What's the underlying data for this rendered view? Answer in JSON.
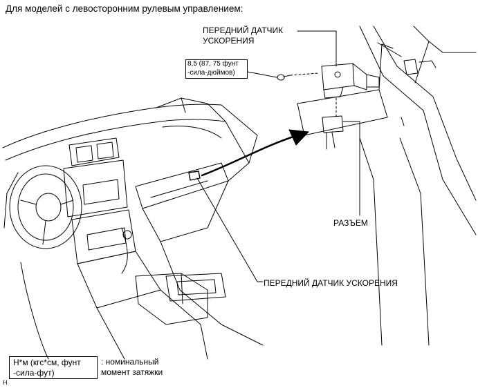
{
  "title": "Для моделей с левосторонним рулевым управлением:",
  "labels": {
    "front_sensor_top": "ПЕРЕДНИЙ ДАТЧИК УСКОРЕНИЯ",
    "torque_spec": "8,5 (87, 75 фунт -сила-дюймов)",
    "connector": "РАЗЪЕМ",
    "front_sensor_bottom": "ПЕРЕДНИЙ ДАТЧИК УСКОРЕНИЯ"
  },
  "legend": {
    "unit_box": "Н*м (кгс*см, фунт -сила-фут)",
    "description": ": номинальный момент затяжки"
  },
  "corner_code": "H"
}
